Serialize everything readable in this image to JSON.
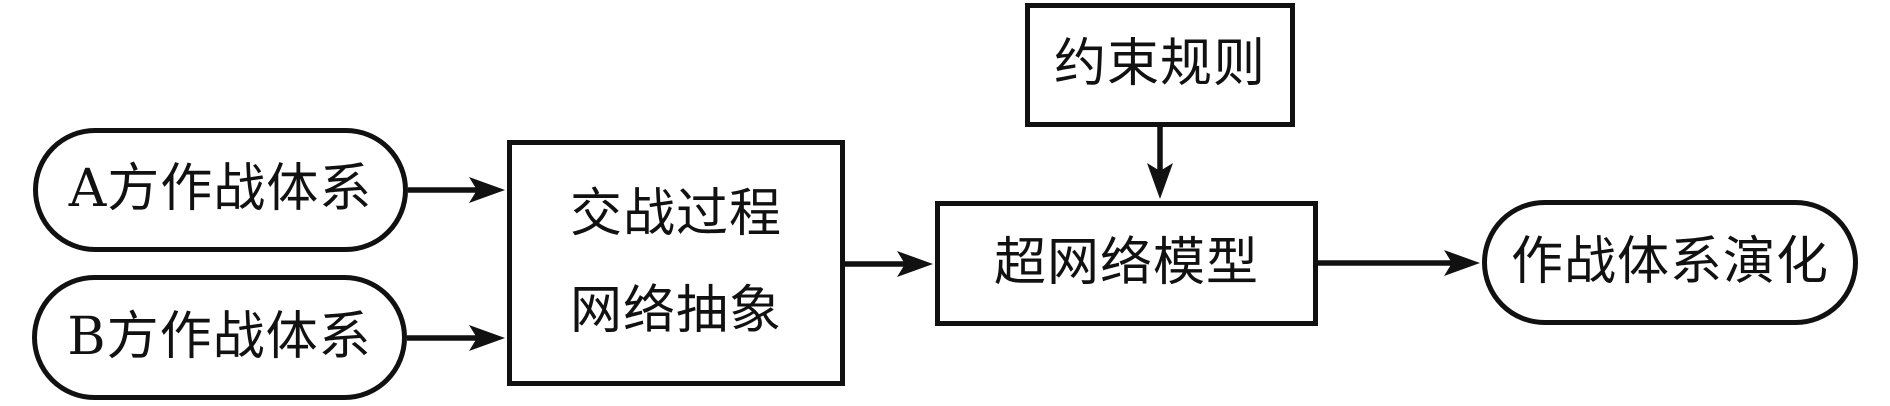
{
  "diagram": {
    "title": "combat-system-hypernetwork-flow",
    "colors": {
      "stroke": "#111111",
      "text": "#111111",
      "background": "#ffffff"
    },
    "nodes": {
      "side_a": {
        "label": "A方作战体系",
        "shape": "stadium"
      },
      "side_b": {
        "label": "B方作战体系",
        "shape": "stadium"
      },
      "network_abstraction": {
        "label_line1": "交战过程",
        "label_line2": "网络抽象",
        "shape": "rect"
      },
      "constraint_rules": {
        "label": "约束规则",
        "shape": "rect"
      },
      "hypernetwork_model": {
        "label": "超网络模型",
        "shape": "rect"
      },
      "system_evolution": {
        "label": "作战体系演化",
        "shape": "stadium"
      }
    },
    "edges": [
      {
        "from": "side_a",
        "to": "network_abstraction"
      },
      {
        "from": "side_b",
        "to": "network_abstraction"
      },
      {
        "from": "network_abstraction",
        "to": "hypernetwork_model"
      },
      {
        "from": "constraint_rules",
        "to": "hypernetwork_model"
      },
      {
        "from": "hypernetwork_model",
        "to": "system_evolution"
      }
    ]
  }
}
